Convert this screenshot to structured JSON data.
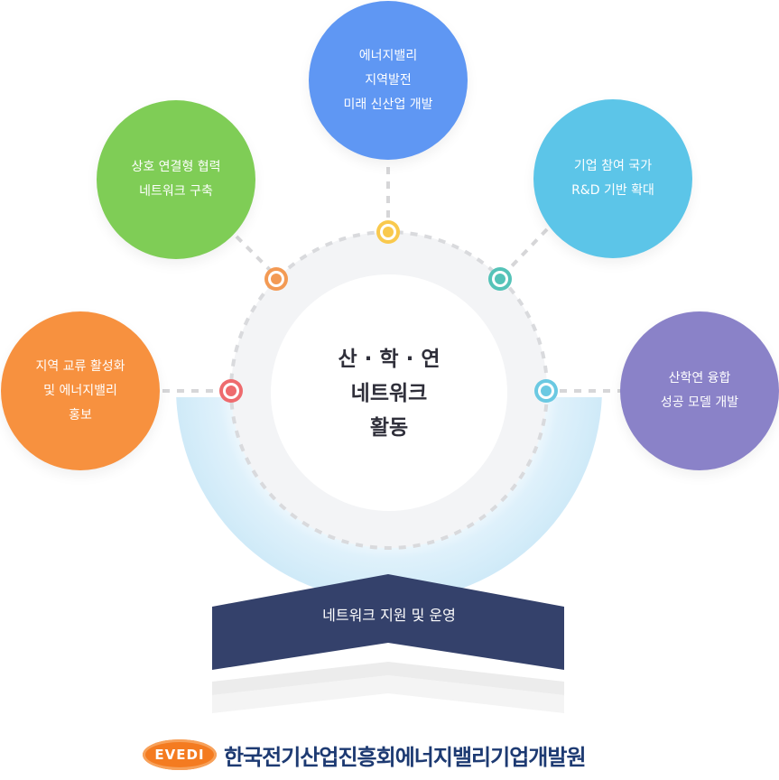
{
  "center": {
    "label": "산 · 학 · 연\n네트워크\n활동"
  },
  "banner": {
    "label": "네트워크 지원 및 운영"
  },
  "nodes": [
    {
      "id": "top",
      "label": "에너지밸리\n지역발전\n미래 신산업 개발",
      "color": "#5f97f3",
      "dot_color": "#f9c94d"
    },
    {
      "id": "upper-left",
      "label": "상호 연결형 협력\n네트워크 구축",
      "color": "#7fcd56",
      "dot_color": "#f39a54"
    },
    {
      "id": "upper-right",
      "label": "기업 참여 국가\nR&D 기반 확대",
      "color": "#5cc5e8",
      "dot_color": "#55c3b8"
    },
    {
      "id": "left",
      "label": "지역 교류 활성화\n및 에너지밸리\n홍보",
      "color": "#f7913f",
      "dot_color": "#ee6b6e"
    },
    {
      "id": "right",
      "label": "산학연 융합\n성공 모델 개발",
      "color": "#8a82c8",
      "dot_color": "#6bc9e2"
    }
  ],
  "footer": {
    "logo_text": "EVEDI",
    "org_name": "한국전기산업진흥회에너지밸리기업개발원"
  }
}
